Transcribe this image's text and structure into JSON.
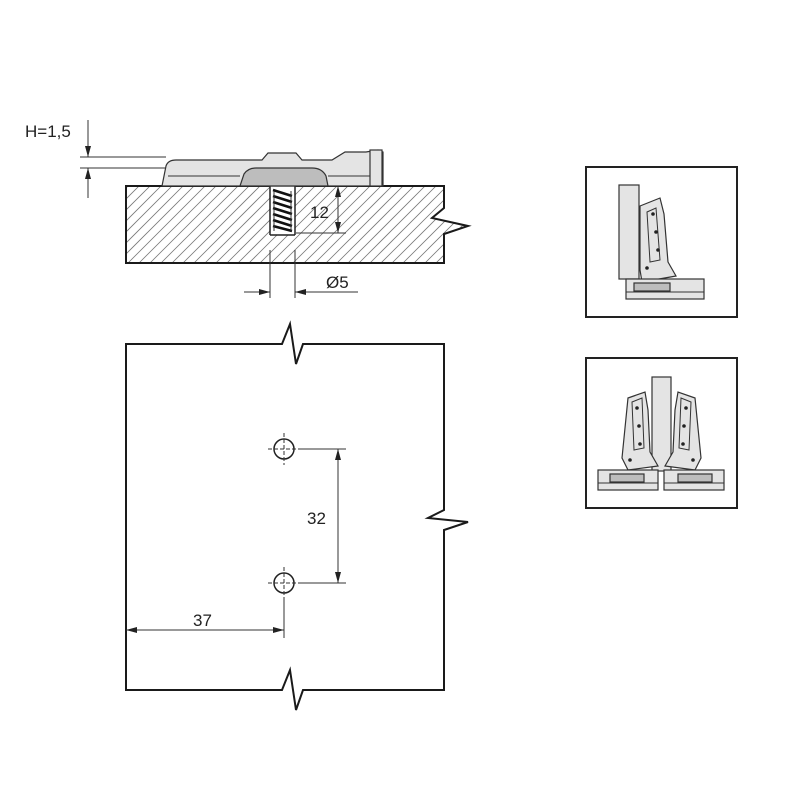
{
  "dimensions": {
    "height_label": "H=1,5",
    "depth_label": "12",
    "diameter_label": "Ø5",
    "spacing_label": "32",
    "edge_label": "37"
  },
  "colors": {
    "line": "#222222",
    "part_fill": "#e4e4e4",
    "part_dark": "#bdbdbd",
    "hatch": "#777777"
  },
  "icons": {
    "top_thumbnail": "half-overlay-hinge-icon",
    "bottom_thumbnail": "double-hinge-icon"
  }
}
